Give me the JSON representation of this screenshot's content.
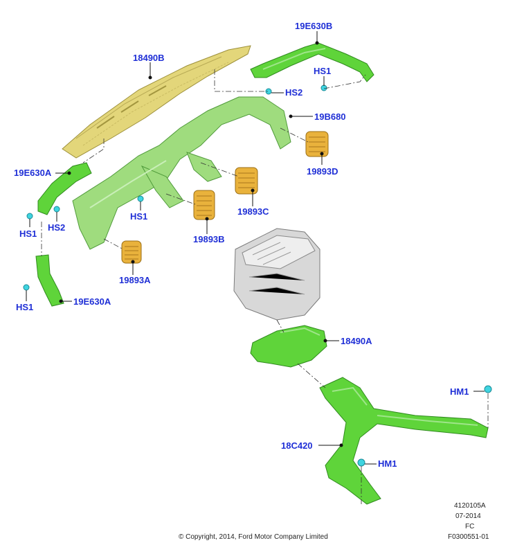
{
  "labels": {
    "p_19E630B": "19E630B",
    "p_18490B": "18490B",
    "p_HS1_top": "HS1",
    "p_HS2_top": "HS2",
    "p_19B680": "19B680",
    "p_19893D": "19893D",
    "p_19E630A_top": "19E630A",
    "p_HS2_left": "HS2",
    "p_HS1_left": "HS1",
    "p_HS1_mid": "HS1",
    "p_19893C": "19893C",
    "p_19893B": "19893B",
    "p_19893A": "19893A",
    "p_19E630A_bottom": "19E630A",
    "p_HS1_bottom": "HS1",
    "p_18490A": "18490A",
    "p_HM1_right": "HM1",
    "p_18C420": "18C420",
    "p_HM1_bottom": "HM1"
  },
  "footer": {
    "ref_code": "4120105A",
    "date": "07-2014",
    "region": "FC",
    "copyright": "© Copyright, 2014, Ford Motor Company Limited",
    "figure_id": "F0300551-01"
  },
  "colors": {
    "label_blue": "#1f2fd6",
    "duct_green": "#5fd43a",
    "duct_light_green": "#9fdc7e",
    "panel_yellow": "#e3d67a",
    "vent_orange": "#e9b23c",
    "heater_gray": "#d8d8d8",
    "clip_cyan": "#3fd4e0"
  }
}
